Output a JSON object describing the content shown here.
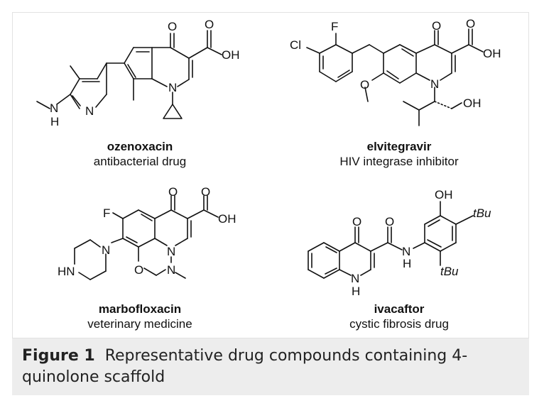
{
  "compounds": [
    {
      "name": "ozenoxacin",
      "description": "antibacterial drug"
    },
    {
      "name": "elvitegravir",
      "description": "HIV integrase inhibitor"
    },
    {
      "name": "marbofloxacin",
      "description": "veterinary medicine"
    },
    {
      "name": "ivacaftor",
      "description": "cystic fibrosis drug"
    }
  ],
  "atoms": {
    "O": "O",
    "OH": "OH",
    "N": "N",
    "H": "H",
    "F": "F",
    "Cl": "Cl",
    "HN": "HN",
    "tBu": "tBu"
  },
  "caption": {
    "label": "Figure 1",
    "text": "Representative drug compounds containing 4-quinolone scaffold"
  }
}
